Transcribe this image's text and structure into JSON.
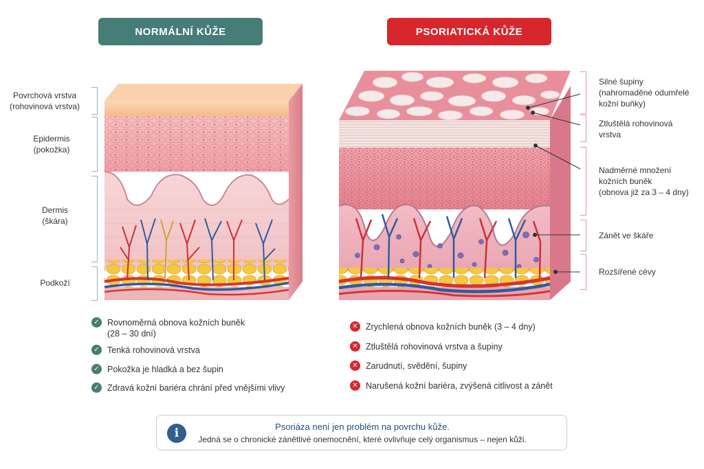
{
  "headers": {
    "normal": "NORMÁLNÍ KŮŽE",
    "psoriatic": "PSORIATICKÁ KŮŽE"
  },
  "normal_layers": [
    {
      "line1": "Povrchová vrstva",
      "line2": "(rohovinová vrstva)"
    },
    {
      "line1": "Epidermis",
      "line2": "(pokožka)"
    },
    {
      "line1": "Dermis",
      "line2": "(škára)"
    },
    {
      "line1": "Podkoží",
      "line2": ""
    }
  ],
  "psoriatic_labels": [
    {
      "lines": [
        "Silné šupiny",
        "(nahromaděné odumřelé",
        "kožní buňky)"
      ]
    },
    {
      "lines": [
        "Ztluštělá rohovinová",
        "vrstva"
      ]
    },
    {
      "lines": [
        "Nadměrné množení",
        "kožních buněk",
        "(obnova již za 3 – 4 dny)"
      ]
    },
    {
      "lines": [
        "Zánět ve škáře"
      ]
    },
    {
      "lines": [
        "Rozšířené cévy"
      ]
    }
  ],
  "normal_points": [
    {
      "line1": "Rovnoměrná obnova kožních buněk",
      "line2": "(28 – 30 dní)"
    },
    {
      "line1": "Tenká rohovinová vrstva",
      "line2": ""
    },
    {
      "line1": "Pokožka je hladká a bez šupin",
      "line2": ""
    },
    {
      "line1": "Zdravá kožní bariéra chrání před vnějšími vlivy",
      "line2": ""
    }
  ],
  "psoriatic_points": [
    {
      "line1": "Zrychlená obnova kožních buněk (3 – 4 dny)"
    },
    {
      "line1": "Ztluštělá rohovinová vrstva a šupiny"
    },
    {
      "line1": "Zarudnutí, svědění, šupiny"
    },
    {
      "line1": "Narušená kožní bariéra, zvýšená citlivost a zánět"
    }
  ],
  "info": {
    "title": "Psoriáza není jen problém na povrchu kůže.",
    "body": "Jedná se o chronické zánětlivé onemocnění, které ovlivňuje celý organismus – nejen kůži.",
    "icon": "info-icon"
  },
  "colors": {
    "normal_accent": "#467d76",
    "psoriatic_accent": "#d8262d",
    "info_accent": "#1f4e7a"
  }
}
